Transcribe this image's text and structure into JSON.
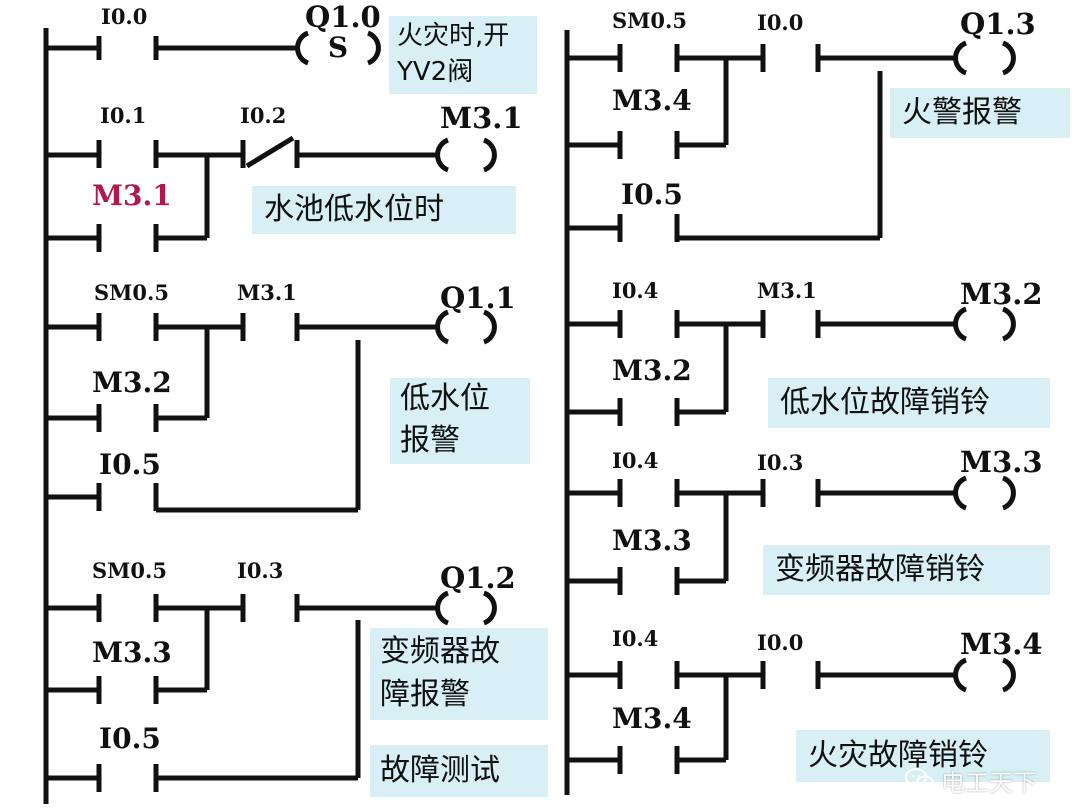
{
  "left": {
    "rung1": {
      "c1": "I0.0",
      "coil": "Q1.0",
      "coil_type": "S"
    },
    "rung2": {
      "c1": "I0.1",
      "c2": "I0.2",
      "branch": "M3.1",
      "coil": "M3.1"
    },
    "rung3": {
      "c1": "SM0.5",
      "c2": "M3.1",
      "branch1": "M3.2",
      "branch2": "I0.5",
      "coil": "Q1.1"
    },
    "rung4": {
      "c1": "SM0.5",
      "c2": "I0.3",
      "branch1": "M3.3",
      "branch2": "I0.5",
      "coil": "Q1.2"
    }
  },
  "right": {
    "rung1": {
      "c1": "SM0.5",
      "c2": "I0.0",
      "branch1": "M3.4",
      "branch2": "I0.5",
      "coil": "Q1.3"
    },
    "rung2": {
      "c1": "I0.4",
      "c2": "M3.1",
      "branch": "M3.2",
      "coil": "M3.2"
    },
    "rung3": {
      "c1": "I0.4",
      "c2": "I0.3",
      "branch": "M3.3",
      "coil": "M3.3"
    },
    "rung4": {
      "c1": "I0.4",
      "c2": "I0.0",
      "branch": "M3.4",
      "coil": "M3.4"
    }
  },
  "comments": {
    "fire_open_line1": "火灾时,开",
    "fire_open_line2": "YV2阀",
    "pool_low": "水池低水位时",
    "low_alarm_line1": "低水位",
    "low_alarm_line2": "报警",
    "vfd_alarm_line1": "变频器故",
    "vfd_alarm_line2": "障报警",
    "fault_test": "故障测试",
    "fire_alarm": "火警报警",
    "low_reset": "低水位故障销铃",
    "vfd_reset": "变频器故障销铃",
    "fire_reset": "火灾故障销铃"
  },
  "watermark": {
    "text": "电工天下"
  },
  "colors": {
    "line": "#111111",
    "comment_bg": "#d7eff5",
    "highlight_label": "#b0184a"
  }
}
